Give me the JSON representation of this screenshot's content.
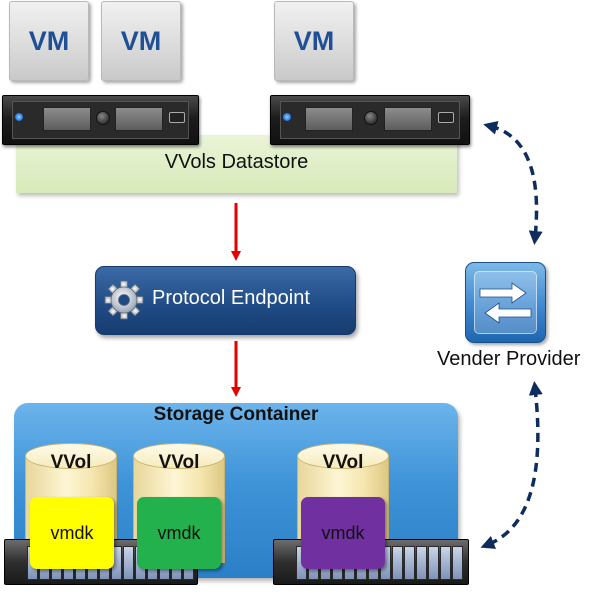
{
  "vms": [
    "VM",
    "VM",
    "VM"
  ],
  "datastore": {
    "label": "VVols Datastore"
  },
  "protocol_endpoint": {
    "label": "Protocol Endpoint",
    "icon": "gear-icon"
  },
  "vendor_provider": {
    "label": "Vender Provider",
    "icon": "network-switch-icon"
  },
  "storage_container": {
    "label": "Storage Container",
    "volumes": [
      {
        "label": "VVol",
        "vmdk": "vmdk",
        "color": "#ffff00"
      },
      {
        "label": "VVol",
        "vmdk": "vmdk",
        "color": "#22b14c"
      },
      {
        "label": "VVol",
        "vmdk": "vmdk",
        "color": "#7030a0"
      }
    ]
  },
  "colors": {
    "flow_arrow": "#e60000",
    "link_arrow": "#0f2d5c",
    "container": "#3f94d8",
    "protocol_endpoint": "#1f4a84"
  }
}
